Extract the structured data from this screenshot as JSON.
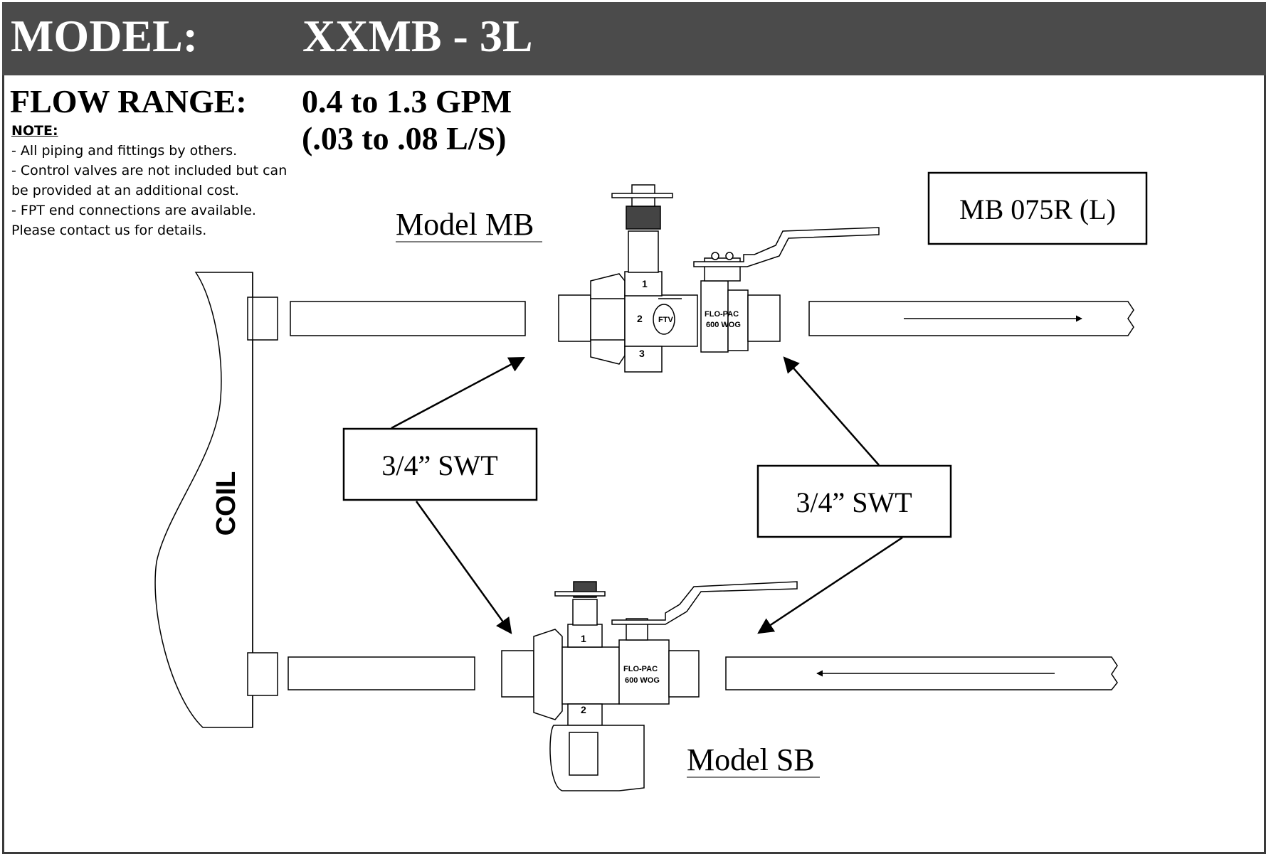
{
  "header": {
    "model_label": "MODEL:",
    "model_value": "XXMB - 3L"
  },
  "flow": {
    "label": "FLOW RANGE:",
    "gpm": "0.4 to 1.3 GPM",
    "ls": "(.03 to .08 L/S)"
  },
  "note": {
    "title": "NOTE:",
    "lines": [
      "- All piping and fittings by others.",
      "- Control valves are not included but can",
      "be provided at an additional cost.",
      "- FPT end connections are available.",
      "Please contact us for details."
    ]
  },
  "diagram": {
    "model_mb": "Model MB",
    "model_sb": "Model SB",
    "part_number": "MB 075R (L)",
    "swt_left": "3/4” SWT",
    "swt_right": "3/4” SWT",
    "coil": "COIL",
    "valve_mb_ports": [
      "1",
      "2",
      "3"
    ],
    "valve_sb_ports": [
      "1",
      "2"
    ],
    "valve_stamp_1": "FLO-PAC",
    "valve_stamp_2": "600 WOG",
    "valve_ftv": "FTV"
  },
  "colors": {
    "header_bg": "#4b4b4b",
    "header_text": "#ffffff",
    "line": "#000000"
  }
}
